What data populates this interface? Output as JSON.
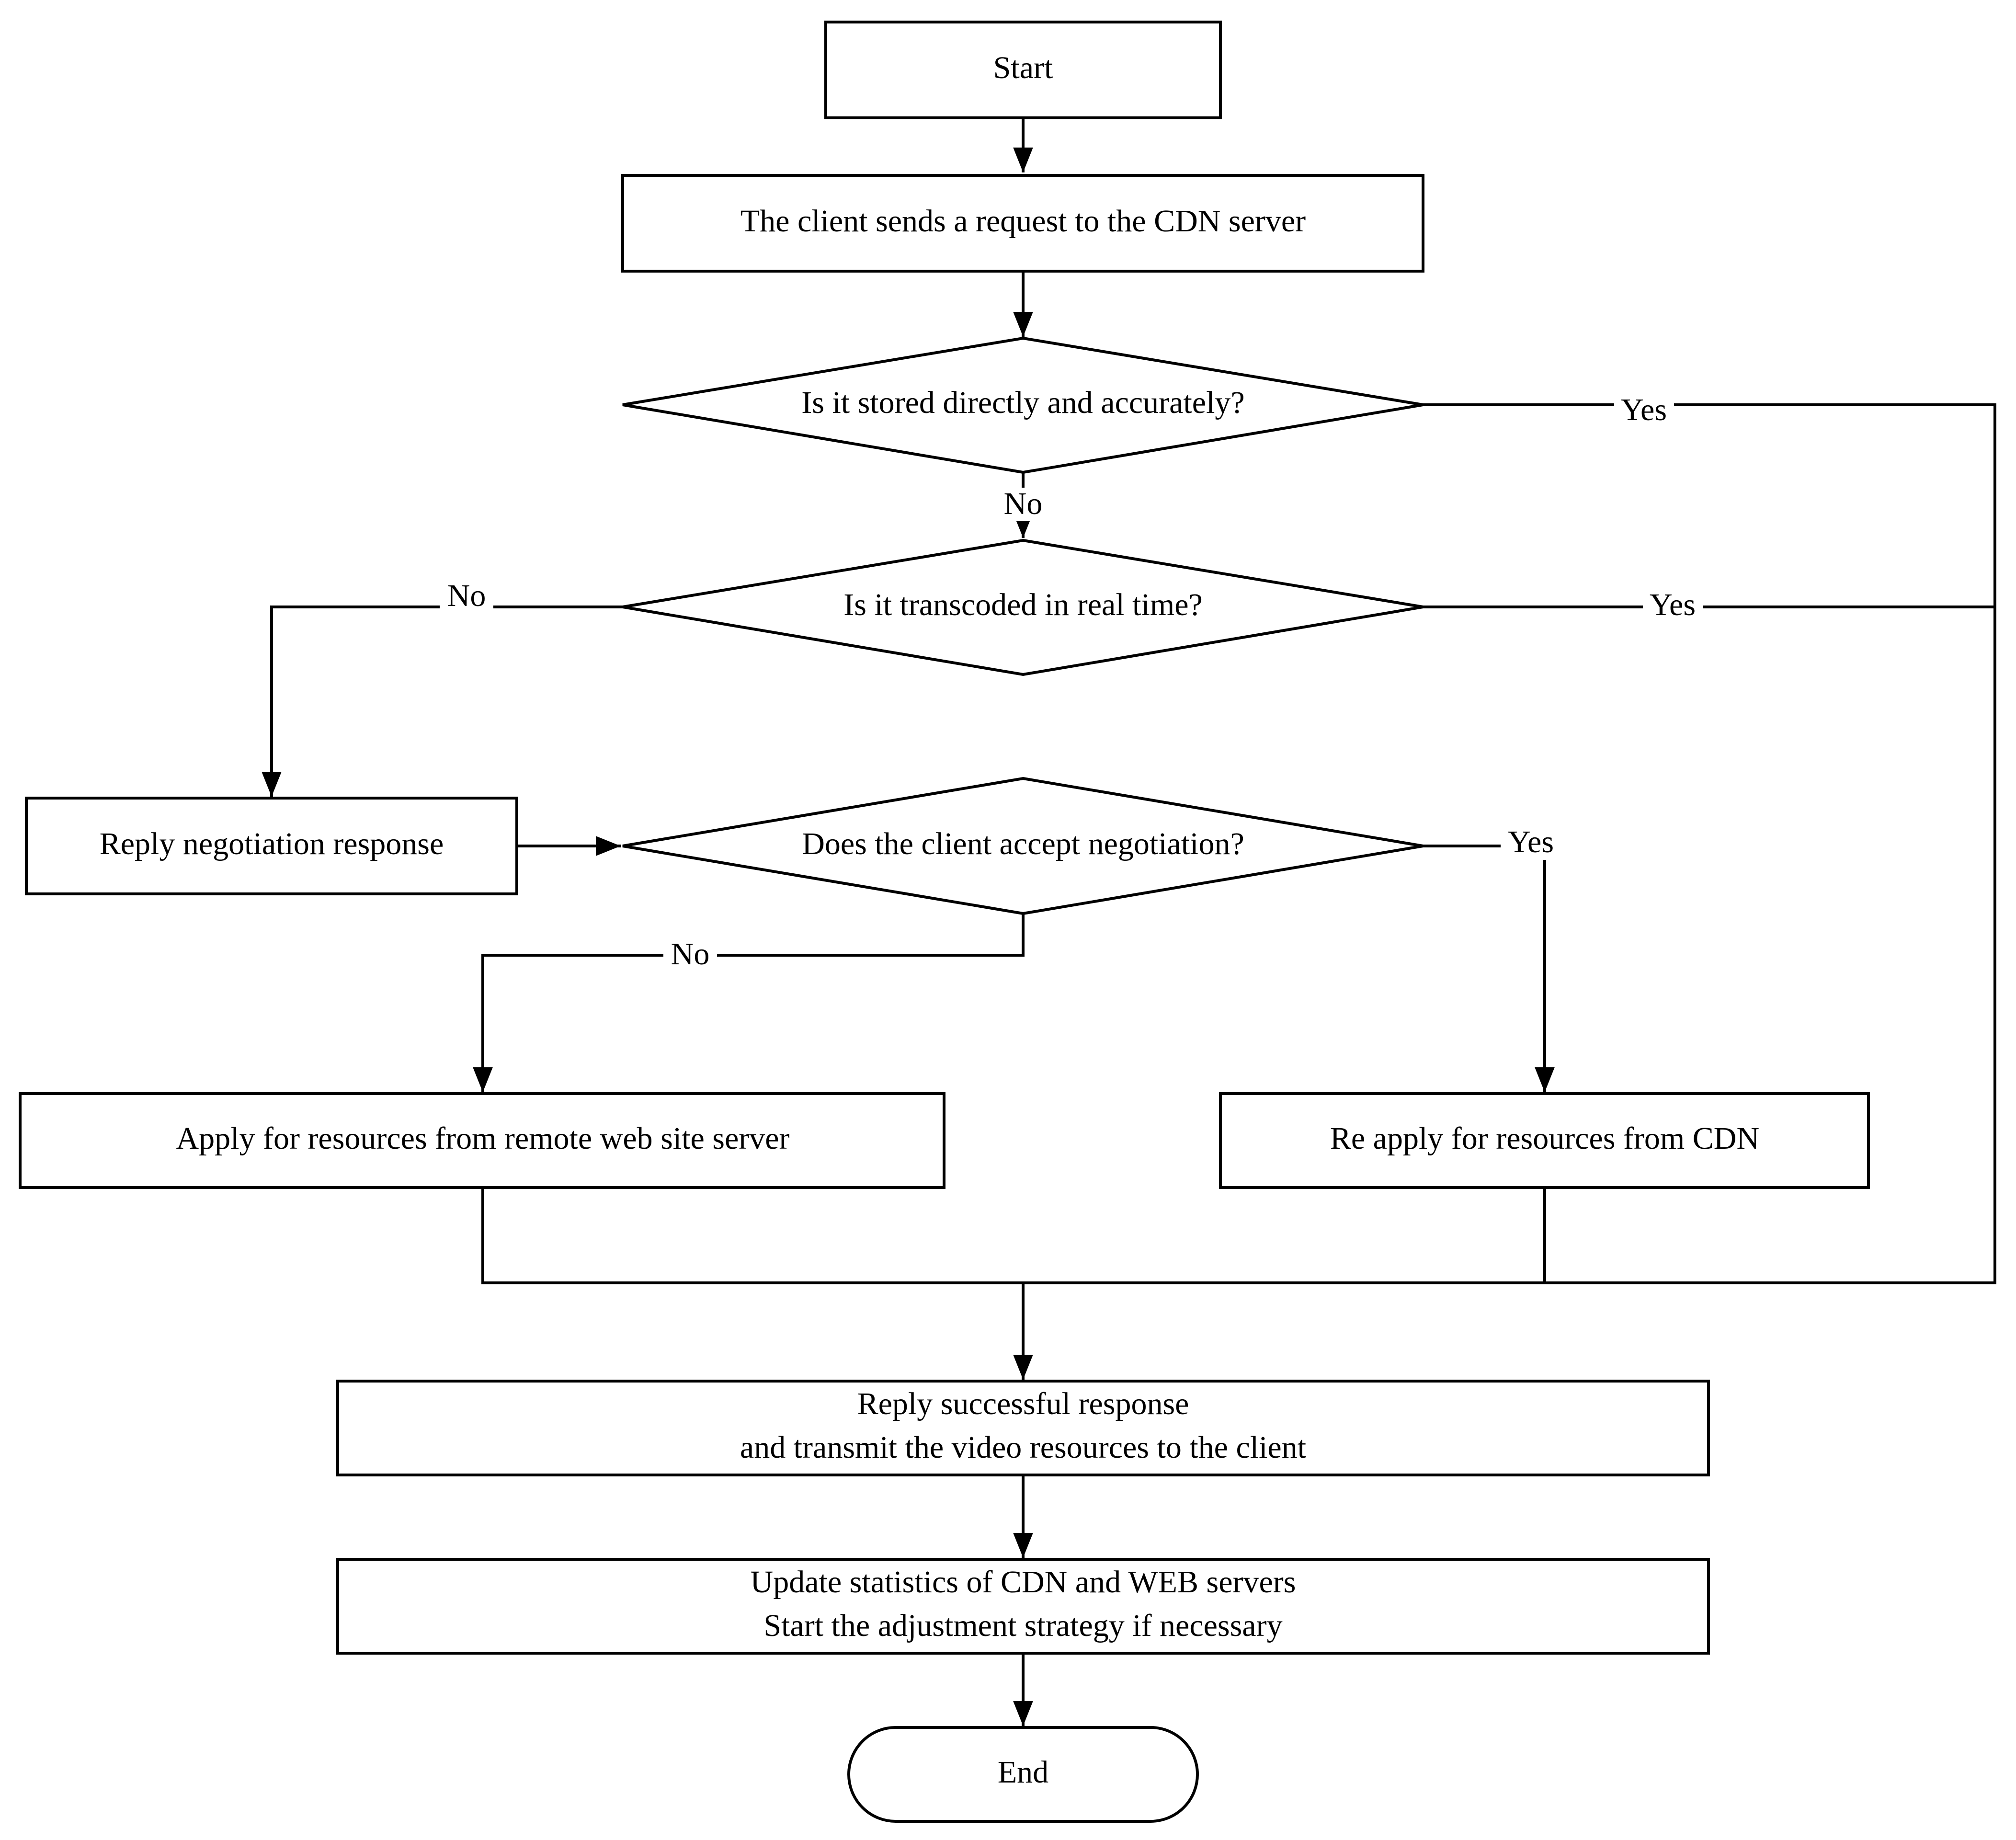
{
  "nodes": {
    "start": "Start",
    "send_request": "The client sends a request to the CDN server",
    "stored_decision": "Is it stored directly and accurately?",
    "transcoded_decision": "Is it transcoded in real time?",
    "reply_negotiation": "Reply negotiation response",
    "accept_decision": "Does the client accept negotiation?",
    "apply_remote": "Apply for resources from remote web site server",
    "reapply_cdn": "Re apply for resources from CDN",
    "reply_success": {
      "line1": "Reply successful response",
      "line2": "and transmit the video resources to the client"
    },
    "update_stats": {
      "line1": "Update statistics of CDN and WEB servers",
      "line2": "Start the adjustment strategy if necessary"
    },
    "end": "End"
  },
  "edge_labels": {
    "stored_yes": "Yes",
    "stored_no": "No",
    "transcoded_no": "No",
    "transcoded_yes": "Yes",
    "accept_yes": "Yes",
    "accept_no": "No"
  }
}
